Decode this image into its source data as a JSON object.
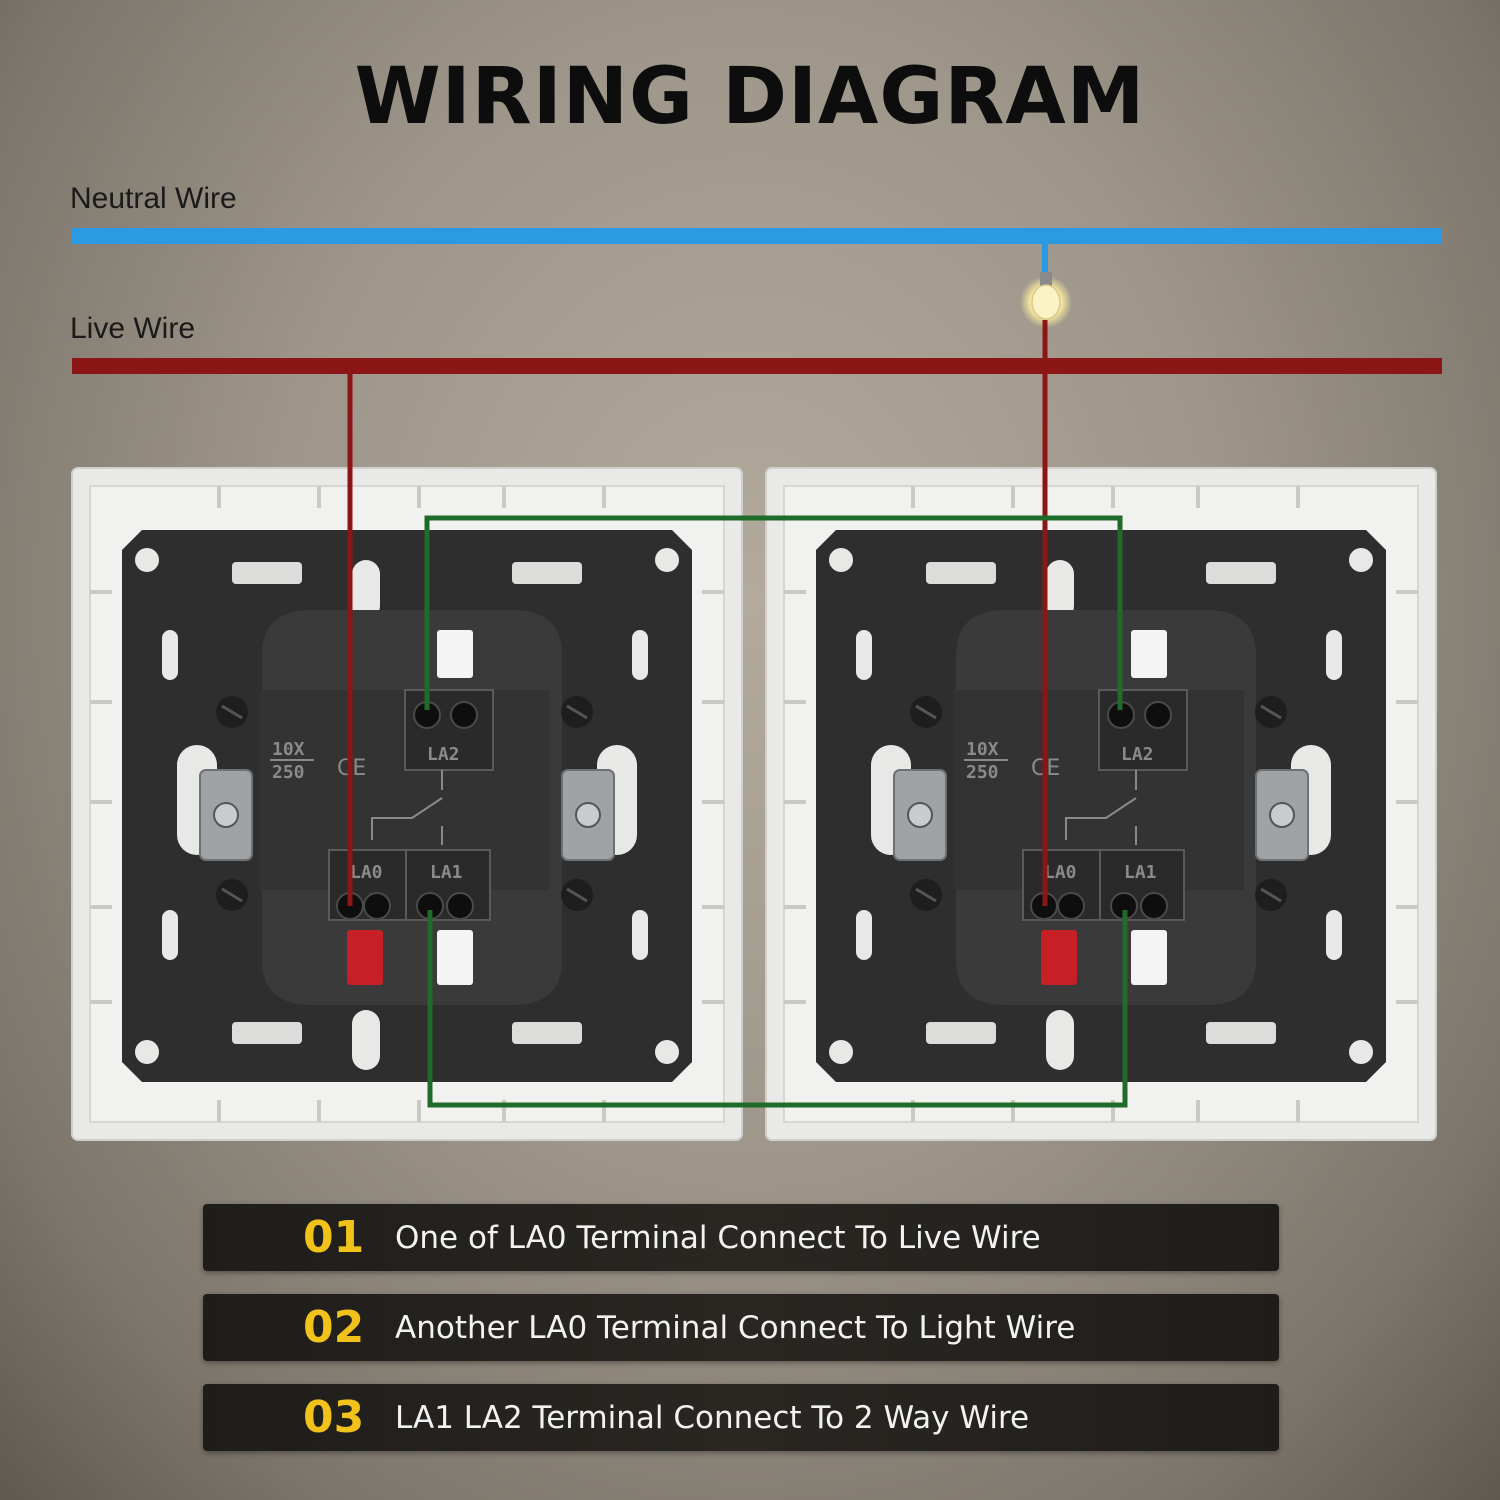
{
  "title": "WIRING DIAGRAM",
  "wires": {
    "neutral_label": "Neutral Wire",
    "live_label": "Live Wire",
    "neutral_color": "#2a9be3",
    "live_color": "#8c1515",
    "two_way_color": "#1f6b2a"
  },
  "switches": [
    {
      "rating_top": "10X",
      "rating_bottom": "250",
      "terminals": [
        "LA0",
        "LA1",
        "LA2"
      ]
    },
    {
      "rating_top": "10X",
      "rating_bottom": "250",
      "terminals": [
        "LA0",
        "LA1",
        "LA2"
      ]
    }
  ],
  "steps": [
    {
      "num": "01",
      "text": "One of LA0 Terminal Connect To Live Wire"
    },
    {
      "num": "02",
      "text": "Another LA0 Terminal Connect To Light Wire"
    },
    {
      "num": "03",
      "text": "LA1 LA2 Terminal Connect To 2 Way Wire"
    }
  ],
  "colors": {
    "step_number": "#f1c21b",
    "step_bg": "#24221f"
  },
  "icons": {
    "lamp": "light-bulb-icon"
  }
}
